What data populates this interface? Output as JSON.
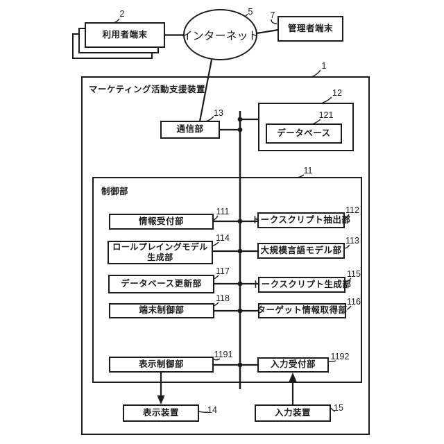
{
  "figure": {
    "nodes": {
      "user_terminal": {
        "label": "利用者端末",
        "ref": "2"
      },
      "internet": {
        "label": "インターネット",
        "ref": "5"
      },
      "admin_terminal": {
        "label": "管理者端末",
        "ref": "7"
      },
      "device": {
        "title": "マーケティング活動支援装置",
        "ref": "1"
      },
      "comm_unit": {
        "label": "通信部",
        "ref": "13"
      },
      "storage": {
        "ref": "12"
      },
      "database": {
        "label": "データベース",
        "ref": "121"
      },
      "control_unit": {
        "label": "制御部",
        "ref": "11"
      },
      "info_reception": {
        "label": "情報受付部",
        "ref": "111"
      },
      "talk_script_extraction": {
        "label": "トークスクリプト抽出部",
        "ref": "112"
      },
      "roleplaying_model_generation": {
        "label": "ロールプレイングモデル生成部",
        "ref": "114"
      },
      "large_language_model": {
        "label": "大規模言語モデル部",
        "ref": "113"
      },
      "database_update": {
        "label": "データベース更新部",
        "ref": "117"
      },
      "talk_script_generation": {
        "label": "トークスクリプト生成部",
        "ref": "115"
      },
      "terminal_control": {
        "label": "端末制御部",
        "ref": "118"
      },
      "target_info_acquisition": {
        "label": "ターゲット情報取得部",
        "ref": "116"
      },
      "display_control": {
        "label": "表示制御部",
        "ref": "1191"
      },
      "input_reception": {
        "label": "入力受付部",
        "ref": "1192"
      },
      "display_device": {
        "label": "表示装置",
        "ref": "14"
      },
      "input_device": {
        "label": "入力装置",
        "ref": "15"
      }
    },
    "colors": {
      "line": "#1b1b1b",
      "background": "#ffffff"
    }
  }
}
